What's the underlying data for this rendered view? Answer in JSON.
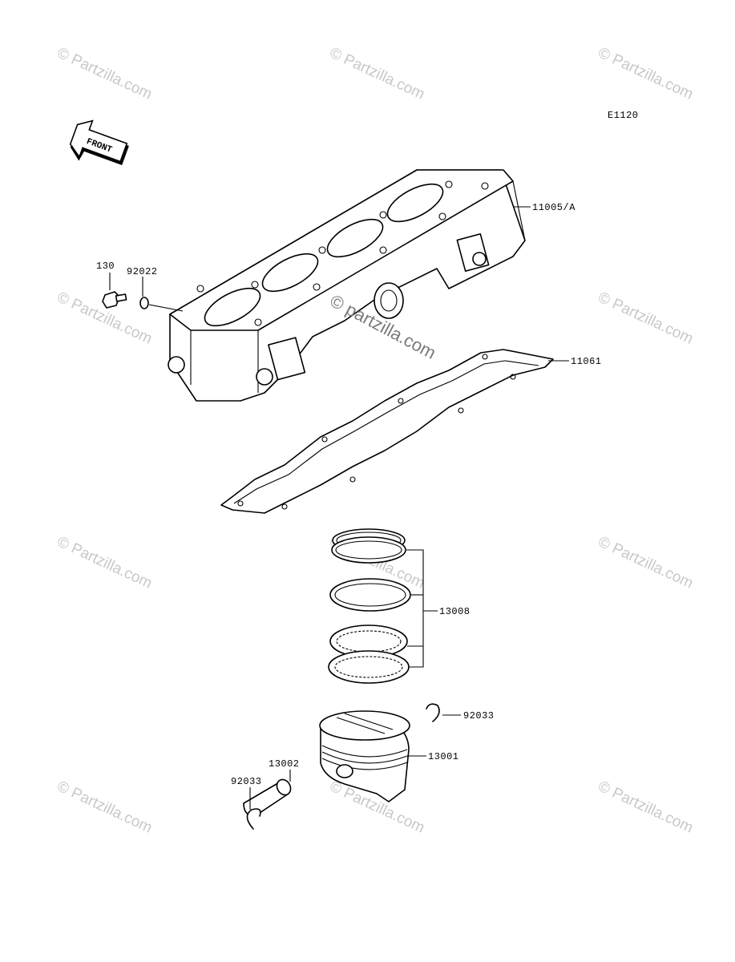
{
  "diagram_code": "E1120",
  "front_label": "FRONT",
  "watermark": {
    "text": "© Partzilla.com",
    "center_text": "© partzilla.com"
  },
  "callouts": [
    {
      "id": "cylinder-block",
      "part_number": "11005/A"
    },
    {
      "id": "bolt",
      "part_number": "130"
    },
    {
      "id": "washer",
      "part_number": "92022"
    },
    {
      "id": "cylinder-gasket",
      "part_number": "11061"
    },
    {
      "id": "piston-ring-set",
      "part_number": "13008"
    },
    {
      "id": "snap-ring-right",
      "part_number": "92033"
    },
    {
      "id": "piston",
      "part_number": "13001"
    },
    {
      "id": "piston-pin",
      "part_number": "13002"
    },
    {
      "id": "snap-ring-left",
      "part_number": "92033"
    }
  ]
}
